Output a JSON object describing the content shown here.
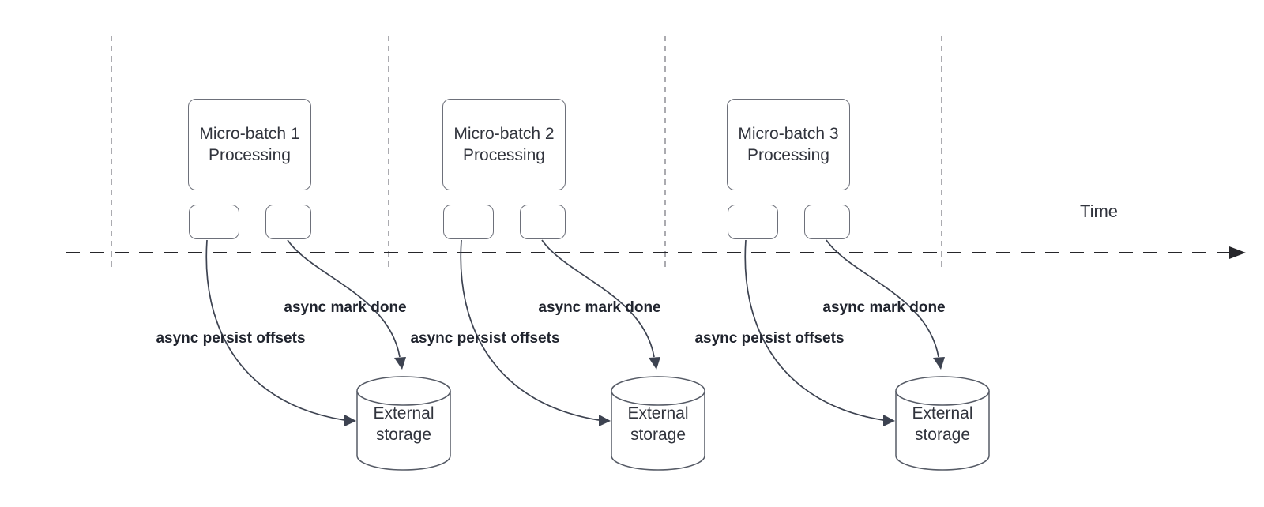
{
  "diagram": {
    "time_axis_label": "Time",
    "batches": [
      {
        "title": "Micro-batch 1 Processing",
        "persist_label": "async persist offsets",
        "mark_done_label": "async mark done",
        "storage_label": "External storage"
      },
      {
        "title": "Micro-batch 2 Processing",
        "persist_label": "async persist offsets",
        "mark_done_label": "async mark done",
        "storage_label": "External storage"
      },
      {
        "title": "Micro-batch 3 Processing",
        "persist_label": "async persist offsets",
        "mark_done_label": "async mark done",
        "storage_label": "External storage"
      }
    ],
    "colors": {
      "time_axis": "#26262a",
      "guide_line": "#a2a2a7",
      "curve_stroke": "#3d4351",
      "shape_border": "#6d707a",
      "label_text": "#20242e",
      "shape_text": "#31343d"
    }
  }
}
